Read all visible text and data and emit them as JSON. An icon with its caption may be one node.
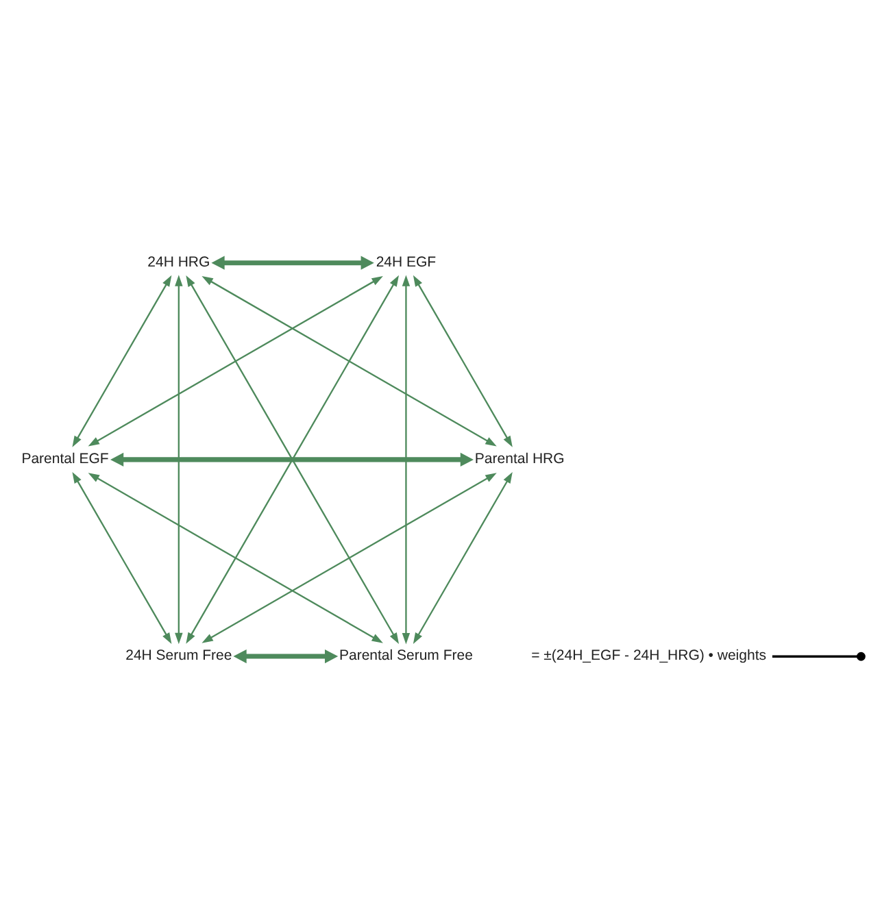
{
  "diagram": {
    "nodes": [
      {
        "text": [
          "Parental Serum Free"
        ]
      },
      {
        "text": [
          "Parental HRG"
        ]
      },
      {
        "text": [
          "Parental EGF"
        ]
      },
      {
        "text": [
          "24H HRG"
        ]
      },
      {
        "text": [
          "24H EGF"
        ]
      },
      {
        "text": [
          "24H Serum Free"
        ]
      },
      {
        "text": [
          "= ±(24H_EGF - 24H_HRG) • weights"
        ]
      }
    ],
    "edges": [
      {
        "from": 0,
        "to": 1,
        "arrow": "both"
      },
      {
        "from": 0,
        "to": 2,
        "arrow": "both"
      },
      {
        "from": 0,
        "to": 3,
        "arrow": "both"
      },
      {
        "from": 0,
        "to": 4,
        "arrow": "both"
      },
      {
        "from": 0,
        "to": 5,
        "arrow": "both",
        "style": "thick"
      },
      {
        "from": 1,
        "to": 2,
        "arrow": "both",
        "style": "thick"
      },
      {
        "from": 1,
        "to": 3,
        "arrow": "both"
      },
      {
        "from": 1,
        "to": 4,
        "arrow": "both"
      },
      {
        "from": 1,
        "to": 5,
        "arrow": "both"
      },
      {
        "from": 2,
        "to": 3,
        "arrow": "both"
      },
      {
        "from": 2,
        "to": 4,
        "arrow": "both"
      },
      {
        "from": 2,
        "to": 5,
        "arrow": "both"
      },
      {
        "from": 3,
        "to": 4,
        "arrow": "both",
        "style": "thick"
      },
      {
        "from": 3,
        "to": 5,
        "arrow": "both"
      },
      {
        "from": 4,
        "to": 5,
        "arrow": "both"
      },
      {
        "from": 6,
        "to": null,
        "arrow": "other",
        "color": "#000000"
      }
    ]
  }
}
